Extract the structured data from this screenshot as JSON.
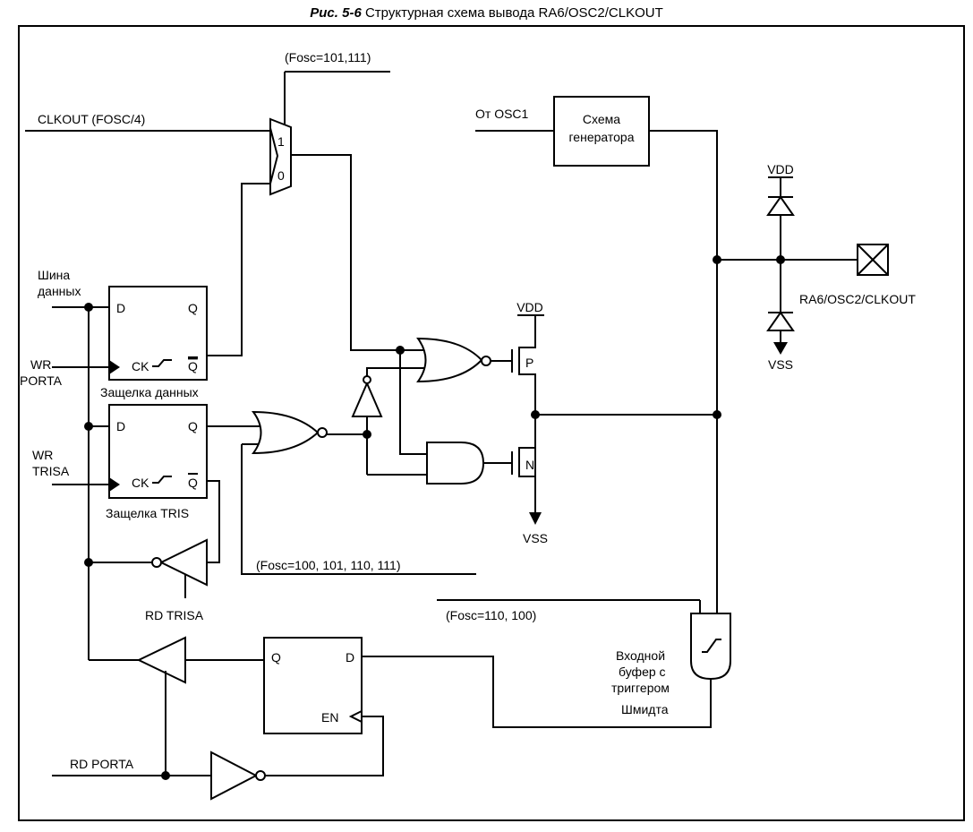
{
  "caption": {
    "prefix": "Рис. 5-6",
    "text": "Структурная схема вывода RA6/OSC2/CLKOUT"
  },
  "labels": {
    "fosc_mux": "(Fosc=101,111)",
    "clkout": "CLKOUT (FOSC/4)",
    "mux_in1": "1",
    "mux_in0": "0",
    "osc1": "От OSC1",
    "osc_block_line1": "Схема",
    "osc_block_line2": "генератора",
    "vdd_right": "VDD",
    "vss_right": "VSS",
    "pin": "RA6/OSC2/CLKOUT",
    "bus_line1": "Шина",
    "bus_line2": "данных",
    "wr_porta_line1": "WR",
    "wr_porta_line2": "PORTA",
    "wr_trisa_line1": "WR",
    "wr_trisa_line2": "TRISA",
    "d": "D",
    "q": "Q",
    "qbar": "Q",
    "ck": "CK",
    "data_latch": "Защелка данных",
    "tris_latch": "Защелка TRIS",
    "vdd_mid": "VDD",
    "vss_mid": "VSS",
    "p": "P",
    "n": "N",
    "fosc_out": "(Fosc=100, 101, 110, 111)",
    "rd_trisa": "RD TRISA",
    "fosc_in": "(Fosc=110, 100)",
    "schmitt_line1": "Входной",
    "schmitt_line2": "буфер с",
    "schmitt_line3": "триггером",
    "schmitt_line4": "Шмидта",
    "in_latch_q": "Q",
    "in_latch_d": "D",
    "in_latch_en": "EN",
    "rd_porta": "RD PORTA"
  }
}
